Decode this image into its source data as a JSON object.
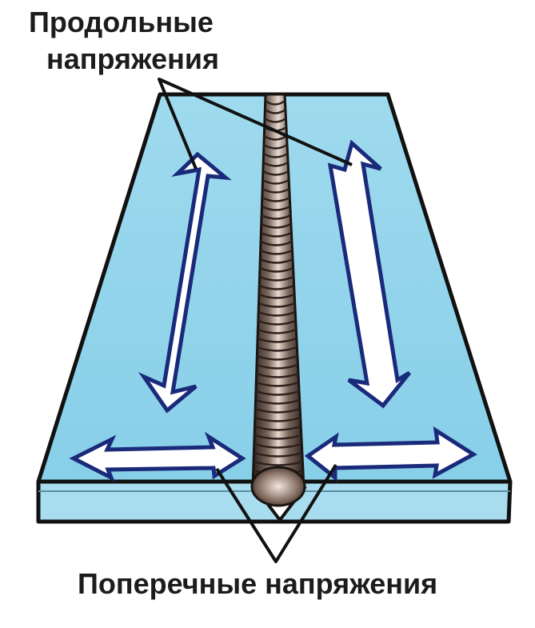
{
  "labels": {
    "longitudinal_line1": "Продольные",
    "longitudinal_line2": "напряжения",
    "transverse": "Поперечные напряжения"
  },
  "colors": {
    "plate_top": "#8fd3ea",
    "plate_top_light": "#a9def0",
    "plate_edge": "#a8dcef",
    "outline": "#111111",
    "arrow_stroke": "#1a2a7a",
    "arrow_inner": "#ffffff",
    "weld_dark": "#3a2d28",
    "weld_light": "#d8c9c0",
    "text": "#1c1c1c"
  }
}
